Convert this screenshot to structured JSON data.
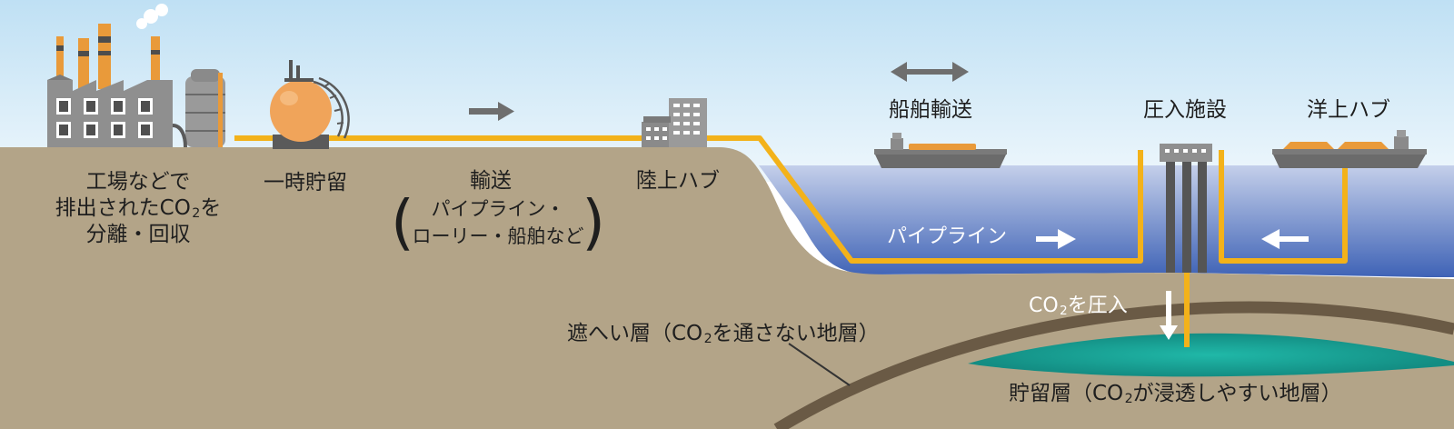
{
  "labels": {
    "factory": [
      "工場などで",
      "排出されたCO",
      "2",
      "を",
      "分離・回収"
    ],
    "temp_storage": "一時貯留",
    "transport_title": "輸送",
    "transport_sub1": "パイプライン・",
    "transport_sub2": "ローリー・船舶など",
    "land_hub": "陸上ハブ",
    "ship_transport": "船舶輸送",
    "injection_facility": "圧入施設",
    "offshore_hub": "洋上ハブ",
    "pipeline": "パイプライン",
    "co2_inject_pre": "CO",
    "co2_inject_sub": "2",
    "co2_inject_post": "を圧入",
    "caprock_pre": "遮へい層（CO",
    "caprock_sub": "2",
    "caprock_post": "を通さない地層）",
    "reservoir_pre": "貯留層（CO",
    "reservoir_sub": "2",
    "reservoir_post": "が浸透しやすい地層）"
  },
  "colors": {
    "sky_top": "#bfe0f4",
    "sky_bottom": "#eef7fc",
    "ground": "#b3a488",
    "sea_top": "#c4cfea",
    "sea_bottom": "#3f63b6",
    "pipe": "#f3b21a",
    "caprock": "#6a5a45",
    "reservoir": "#1aa89a",
    "tank": "#f0a45a",
    "building": "#8f8f8f",
    "arrow_gray": "#6e6e6e"
  }
}
